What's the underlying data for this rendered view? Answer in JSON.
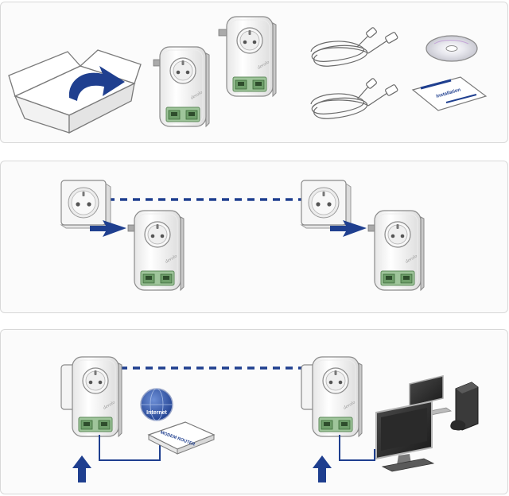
{
  "colors": {
    "accent_blue": "#1f3f8f",
    "device_white": "#f4f4f4",
    "device_outline": "#8a8a8a",
    "jack_green": "#9fc59b",
    "panel_border": "#d8d8d8"
  },
  "panel_1": {
    "items": [
      {
        "icon": "box-icon"
      },
      {
        "icon": "powerline-adapter-icon"
      },
      {
        "icon": "powerline-adapter-icon"
      },
      {
        "icon": "network-cable-icon"
      },
      {
        "icon": "network-cable-icon"
      },
      {
        "icon": "cd-icon"
      },
      {
        "icon": "manual-icon"
      }
    ],
    "manual_text": "Installation"
  },
  "panel_2": {
    "items": [
      {
        "icon": "wall-socket-icon"
      },
      {
        "icon": "arrow-right-icon"
      },
      {
        "icon": "powerline-adapter-icon"
      },
      {
        "icon": "wall-socket-icon"
      },
      {
        "icon": "arrow-right-icon"
      },
      {
        "icon": "powerline-adapter-icon"
      }
    ]
  },
  "panel_3": {
    "globe_label": "Internet",
    "router_label": "MODEM ROUTER",
    "items": [
      {
        "icon": "powerline-adapter-icon"
      },
      {
        "icon": "globe-icon"
      },
      {
        "icon": "router-icon"
      },
      {
        "icon": "powerline-adapter-icon"
      },
      {
        "icon": "monitor-icon"
      },
      {
        "icon": "game-console-icon"
      },
      {
        "icon": "arrow-up-icon"
      },
      {
        "icon": "arrow-up-icon"
      }
    ]
  },
  "device_brand": "devolo"
}
